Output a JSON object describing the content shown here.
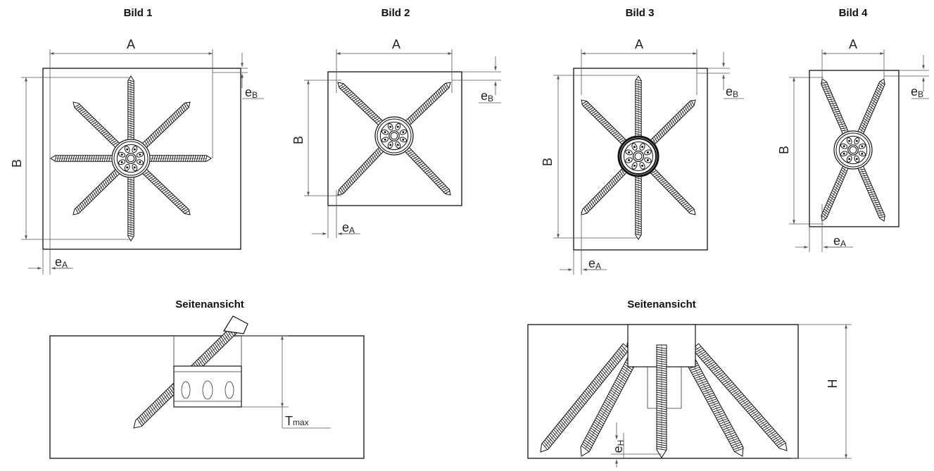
{
  "figures": [
    {
      "title": "Bild 1",
      "label_a": "A",
      "label_b": "B",
      "label_ea": "e",
      "label_ea_sub": "A",
      "label_eb": "e",
      "label_eb_sub": "B"
    },
    {
      "title": "Bild 2",
      "label_a": "A",
      "label_b": "B",
      "label_ea": "e",
      "label_ea_sub": "A",
      "label_eb": "e",
      "label_eb_sub": "B"
    },
    {
      "title": "Bild 3",
      "label_a": "A",
      "label_b": "B",
      "label_ea": "e",
      "label_ea_sub": "A",
      "label_eb": "e",
      "label_eb_sub": "B"
    },
    {
      "title": "Bild 4",
      "label_a": "A",
      "label_b": "B",
      "label_ea": "e",
      "label_ea_sub": "A",
      "label_eb": "e",
      "label_eb_sub": "B"
    }
  ],
  "side_views": [
    {
      "title": "Seitenansicht",
      "label_t": "T",
      "label_t_sub": "max"
    },
    {
      "title": "Seitenansicht",
      "label_h": "H",
      "label_eh": "e",
      "label_eh_sub": "H"
    }
  ],
  "colors": {
    "line": "#111111",
    "dimension": "#555555"
  }
}
